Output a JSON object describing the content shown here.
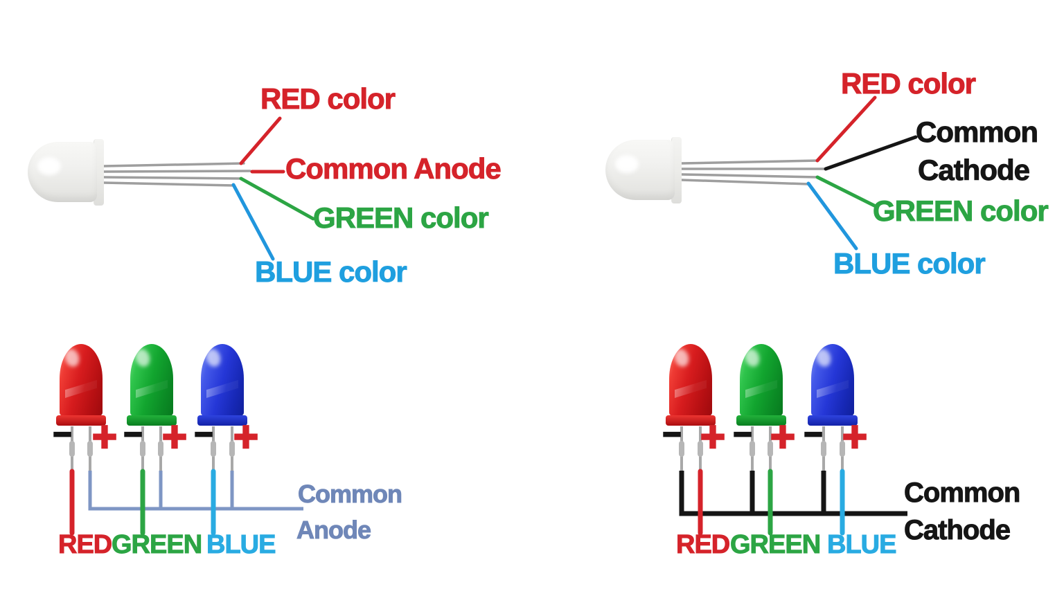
{
  "top_left": {
    "red_label": "RED color",
    "common_label": "Common Anode",
    "green_label": "GREEN color",
    "blue_label": "BLUE color"
  },
  "top_right": {
    "red_label": "RED color",
    "common_label_line1": "Common",
    "common_label_line2": "Cathode",
    "green_label": "GREEN color",
    "blue_label": "BLUE color"
  },
  "bottom_left": {
    "minus_symbol": "−",
    "plus_symbol": "+",
    "red_label": "RED",
    "green_label": "GREEN",
    "blue_label": "BLUE",
    "bus_label_line1": "Common",
    "bus_label_line2": "Anode"
  },
  "bottom_right": {
    "minus_symbol": "−",
    "plus_symbol": "+",
    "red_label": "RED",
    "green_label": "GREEN",
    "blue_label": "BLUE",
    "bus_label_line1": "Common",
    "bus_label_line2": "Cathode"
  },
  "palette": {
    "red": "#d5232a",
    "green": "#2ca544",
    "blue_text": "#1f9fdf",
    "cyan_text": "#29abe2",
    "slate_wire": "#7e96c4",
    "slate_text": "#6f87b8",
    "black": "#151515",
    "silver_lead": "#a0a0a0",
    "led_red": "#d71c1e",
    "led_green": "#12a52f",
    "led_blue": "#2537d7"
  }
}
